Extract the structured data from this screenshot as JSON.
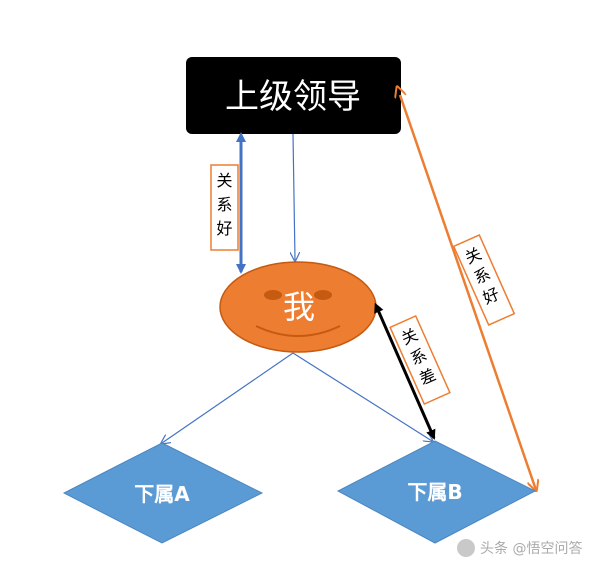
{
  "diagram": {
    "top_box": {
      "text": "上级领导",
      "fill": "#000000",
      "text_color": "#ffffff"
    },
    "self_node": {
      "text": "我",
      "fill": "#ED7D31",
      "stroke": "#C55A11"
    },
    "subordinates": [
      {
        "text": "下属A",
        "fill": "#5B9BD5"
      },
      {
        "text": "下属B",
        "fill": "#5B9BD5"
      }
    ],
    "relations": {
      "leader_self": {
        "label": "关系好",
        "color": "#4472C4"
      },
      "self_b": {
        "label": "关系差",
        "color": "#000000"
      },
      "leader_b": {
        "label": "关系好",
        "color": "#ED7D31"
      }
    },
    "label_border_color": "#ED7D31",
    "watermark": "头条 @悟空问答"
  }
}
